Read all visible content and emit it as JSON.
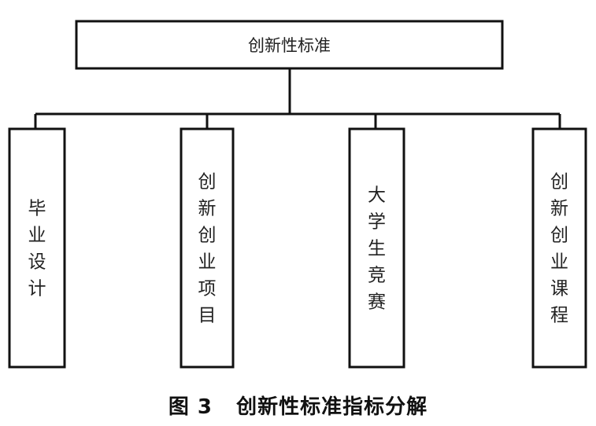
{
  "diagram": {
    "root": {
      "label": "创新性标准"
    },
    "children": [
      {
        "id": "graduation-design",
        "label": "毕业设计"
      },
      {
        "id": "innovation-project",
        "label": "创新创业项目"
      },
      {
        "id": "student-competition",
        "label": "大学生竞赛"
      },
      {
        "id": "innovation-course",
        "label": "创新创业课程"
      }
    ]
  },
  "caption": {
    "number": "图 3",
    "title": "创新性标准指标分解"
  }
}
